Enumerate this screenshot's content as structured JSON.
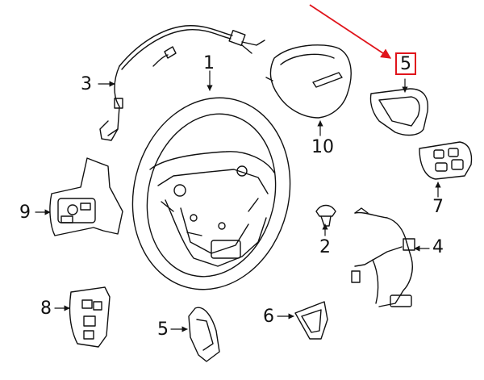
{
  "diagram": {
    "callouts": [
      {
        "id": "1",
        "label": "1"
      },
      {
        "id": "2",
        "label": "2"
      },
      {
        "id": "3",
        "label": "3"
      },
      {
        "id": "4",
        "label": "4"
      },
      {
        "id": "5a",
        "label": "5"
      },
      {
        "id": "5b",
        "label": "5"
      },
      {
        "id": "6",
        "label": "6"
      },
      {
        "id": "7",
        "label": "7"
      },
      {
        "id": "8",
        "label": "8"
      },
      {
        "id": "9",
        "label": "9"
      },
      {
        "id": "10",
        "label": "10"
      }
    ],
    "highlight": {
      "callout": "5a",
      "color": "#e0141b"
    }
  }
}
